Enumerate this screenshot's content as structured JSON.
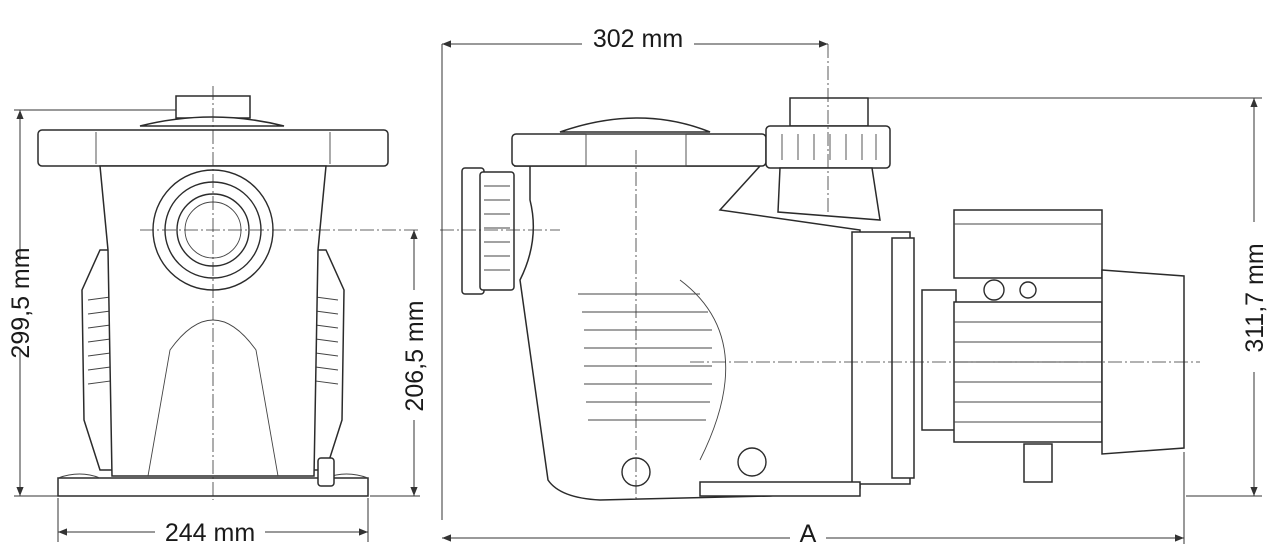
{
  "dimensions": {
    "front_width": "244 mm",
    "front_height": "299,5 mm",
    "inlet_height": "206,5 mm",
    "top_distance": "302 mm",
    "total_height": "311,7 mm",
    "total_length": "A"
  },
  "colors": {
    "line": "#2b2b2b",
    "background": "#ffffff"
  }
}
